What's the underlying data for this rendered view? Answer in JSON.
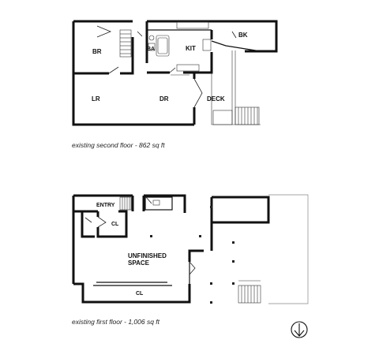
{
  "second_floor": {
    "rooms": {
      "br": "BR",
      "ba": "BA",
      "kit": "KIT",
      "bk": "BK",
      "lr": "LR",
      "dr": "DR",
      "deck": "DECK"
    },
    "caption": "existing second floor - 862 sq ft"
  },
  "first_floor": {
    "rooms": {
      "entry": "ENTRY",
      "cl_small": "CL",
      "unfinished_line1": "UNFINISHED",
      "unfinished_line2": "SPACE",
      "cl_long": "CL"
    },
    "caption": "existing first floor - 1,006 sq ft"
  },
  "north_arrow": {
    "icon": "north-arrow-icon"
  }
}
